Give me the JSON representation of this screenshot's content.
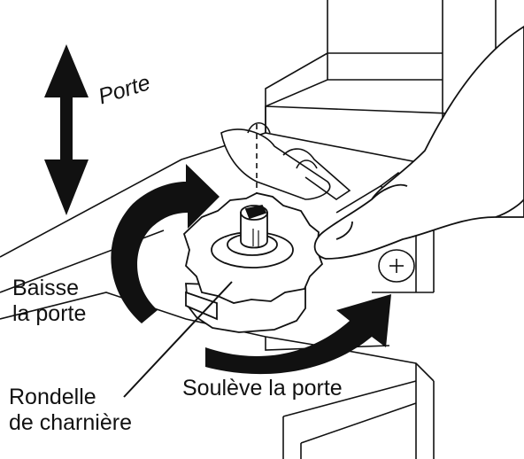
{
  "labels": {
    "porte": "Porte",
    "baisse_line1": "Baisse",
    "baisse_line2": "la porte",
    "souleve": "Soulève la porte",
    "rondelle_line1": "Rondelle",
    "rondelle_line2": "de charnière"
  },
  "colors": {
    "ink": "#111111",
    "background": "#ffffff",
    "arrow_fill": "#111111"
  }
}
